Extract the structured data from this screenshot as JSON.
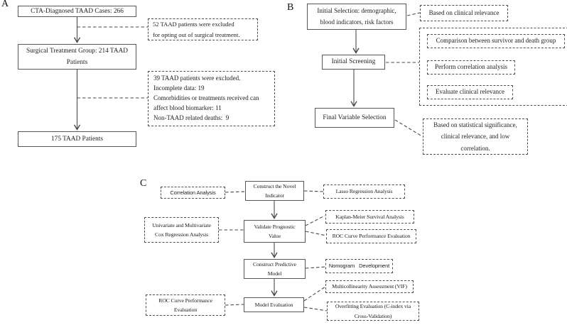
{
  "panels": {
    "a": {
      "label": "A",
      "cases": "CTA-Diagnosed TAAD Cases: 266",
      "surgical": "Surgical Treatment Group: 214 TAAD\nPatients",
      "final": "175 TAAD Patients",
      "excluded_optout": "52 TAAD patients were excluded\nfor opting out of surgical treatment.",
      "excluded_39": {
        "l1": "39 TAAD patients were excluded.",
        "l2": "Incomplete data: 19",
        "l3": "Comorbidities or treatments received can",
        "l4": "affect blood biomarker: 11",
        "l5": "Non-TAAD related deaths:  9"
      }
    },
    "b": {
      "label": "B",
      "initial_selection": "Initial Selection: demographic,\nblood indicators, risk factors",
      "based_clinical": "Based on clinical relevance",
      "initial_screening": "Initial Screening",
      "comparison": "Comparison between survivor and death group",
      "correlation": "Perform correlation analysis",
      "evaluate": "Evaluate clinical relevance",
      "final_selection": "Final Variable Selection",
      "based_statistical": "Based on statistical significance,\nclinical relevance, and low\ncorrelation."
    },
    "c": {
      "label": "C",
      "correlation_analysis": "Correlation Analysis",
      "construct_novel": "Construct the Novel\nIndicator",
      "lasso": "Lasso Regression Analysis",
      "univariate": "Univariate and Multivariate\nCox Regression Analysis",
      "validate": "Validate Prognostic\nValue",
      "kaplan": "Kaplan-Meier Survival Analysis",
      "roc_right": "ROC Curve Performance Evaluation",
      "construct_model": "Construct Predictive\nModel",
      "nomogram": "Nomogram   Development",
      "model_eval": "Model Evaluation",
      "roc_left": "ROC Curve Performance\nEvaluation",
      "vif": "Multicollinearity Assessment (VIF)",
      "overfitting": "Overfitting Evaluation (C-index via\nCross-Validation)"
    }
  }
}
